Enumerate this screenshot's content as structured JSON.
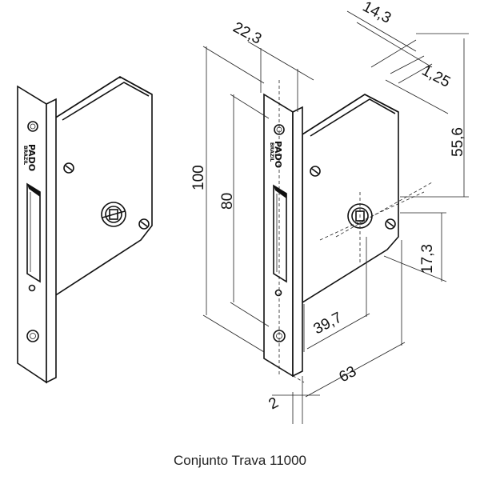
{
  "brand": {
    "name": "PADO",
    "country": "BRAZIL"
  },
  "dimensions": {
    "d_22_3": "22,3",
    "d_14_3": "14,3",
    "d_1_25": "1,25",
    "d_55_6": "55,6",
    "d_100": "100",
    "d_80": "80",
    "d_17_3": "17,3",
    "d_39_7": "39,7",
    "d_63": "63",
    "d_2": "2"
  },
  "caption": "Conjunto Trava 11000"
}
